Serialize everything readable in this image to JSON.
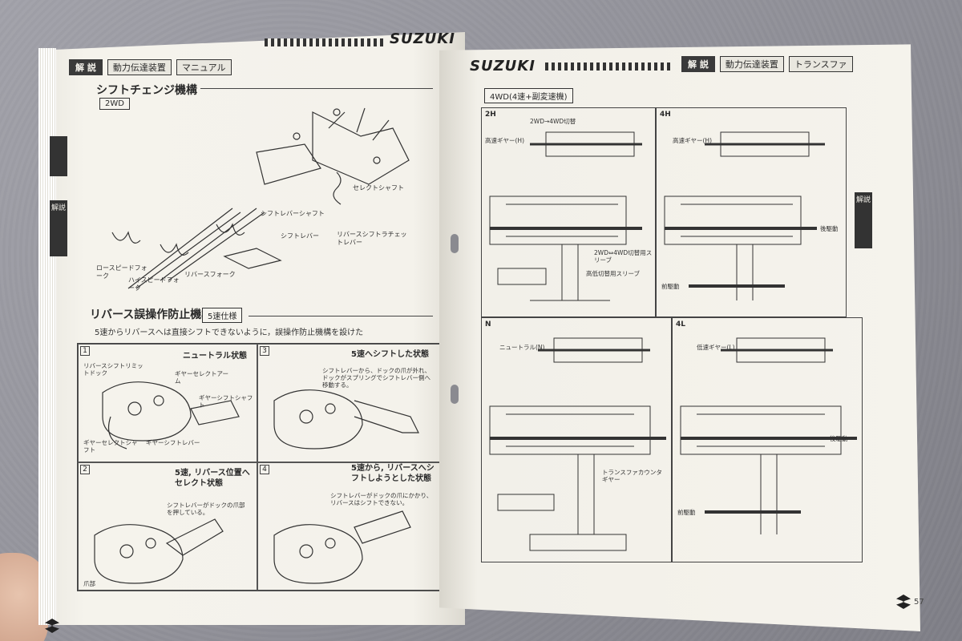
{
  "left_page": {
    "header": {
      "tag": "解 説",
      "section": "動力伝達装置",
      "box_text": "マニュアル"
    },
    "brand": "SUZUKI",
    "shift_title": "シフトチェンジ機構",
    "shift_variant": "2WD",
    "shift_labels": {
      "shift_lever_shaft": "シフトレバーシャフト",
      "select_shaft": "セレクトシャフト",
      "shift_lever": "シフトレバー",
      "reverse_shift_ratchet": "リバースシフトラチェットレバー",
      "low_speed_fork": "ロースピードフォーク",
      "high_speed_fork": "ハイスピードフォーク",
      "reverse_fork": "リバースフォーク"
    },
    "reverse_title": "リバース誤操作防止機構",
    "reverse_variant": "5速仕様",
    "reverse_note": "5速からリバースへは直接シフトできないように，誤操作防止機構を設けた",
    "panels": [
      {
        "num": "1",
        "title": "ニュートラル状態",
        "labels": [
          "リバースシフトリミットドック",
          "ギヤーセレクトアーム",
          "ギヤーシフトシャフト",
          "ギヤーセレクトシャフト",
          "ギヤーシフトレバー"
        ]
      },
      {
        "num": "3",
        "title": "5速へシフトした状態",
        "labels": [
          "シフトレバーから、ドックの爪が外れ、ドックがスプリングでシフトレバー側へ移動する。"
        ]
      },
      {
        "num": "2",
        "title": "5速, リバース位置へセレクト状態",
        "labels": [
          "シフトレバーがドックの爪部を押している。",
          "爪部"
        ]
      },
      {
        "num": "4",
        "title": "5速から, リバースへシフトしようとした状態",
        "labels": [
          "シフトレバーがドックの爪にかかり、リバースはシフトできない。"
        ]
      }
    ],
    "side_tab": "解説"
  },
  "right_page": {
    "header": {
      "tag": "解 説",
      "section": "動力伝達装置",
      "box_text": "トランスファ"
    },
    "brand": "SUZUKI",
    "subtitle": "4WD(4速+副変速機)",
    "boxes": [
      {
        "corner": "2H",
        "labels": [
          "高速ギヤー(H)",
          "2WD→4WD切替",
          "2WD⇔4WD切替用スリーブ",
          "高低切替用スリーブ"
        ]
      },
      {
        "corner": "4H",
        "labels": [
          "高速ギヤー(H)",
          "後駆動",
          "前駆動"
        ]
      },
      {
        "corner": "N",
        "labels": [
          "ニュートラル(N)",
          "トランスファカウンタギヤー"
        ]
      },
      {
        "corner": "4L",
        "labels": [
          "低速ギヤー(L)",
          "後駆動",
          "前駆動"
        ]
      }
    ],
    "page_number": "57",
    "side_tab": "解説"
  },
  "colors": {
    "ink": "#2a2a2a",
    "paper": "#f3f1ea",
    "tab": "#333333"
  }
}
